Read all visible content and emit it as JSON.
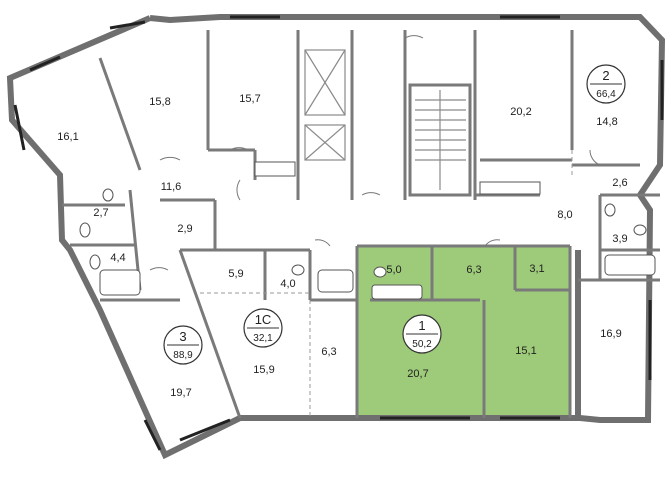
{
  "highlight_color": "#9ecb7a",
  "rooms": [
    {
      "id": "a1",
      "label": "16,1"
    },
    {
      "id": "a2",
      "label": "15,8"
    },
    {
      "id": "a3",
      "label": "15,7"
    },
    {
      "id": "a4",
      "label": "20,2"
    },
    {
      "id": "a5",
      "label": "14,8"
    },
    {
      "id": "a6",
      "label": "11,6"
    },
    {
      "id": "a7",
      "label": "2,7"
    },
    {
      "id": "a8",
      "label": "2,9"
    },
    {
      "id": "a9",
      "label": "4,4"
    },
    {
      "id": "a10",
      "label": "5,9"
    },
    {
      "id": "a11",
      "label": "4,0"
    },
    {
      "id": "a12",
      "label": "5,0"
    },
    {
      "id": "a13",
      "label": "6,3"
    },
    {
      "id": "a14",
      "label": "3,1"
    },
    {
      "id": "a15",
      "label": "8,0"
    },
    {
      "id": "a16",
      "label": "2,6"
    },
    {
      "id": "a17",
      "label": "3,9"
    },
    {
      "id": "a18",
      "label": "15,9"
    },
    {
      "id": "a19",
      "label": "6,3"
    },
    {
      "id": "a20",
      "label": "19,7"
    },
    {
      "id": "a21",
      "label": "20,7"
    },
    {
      "id": "a22",
      "label": "15,1"
    },
    {
      "id": "a23",
      "label": "16,9"
    }
  ],
  "apartments": [
    {
      "id": "apt2",
      "number": "2",
      "area": "66,4"
    },
    {
      "id": "apt3",
      "number": "3",
      "area": "88,9"
    },
    {
      "id": "apt1c",
      "number": "1С",
      "area": "32,1"
    },
    {
      "id": "apt1",
      "number": "1",
      "area": "50,2"
    }
  ]
}
